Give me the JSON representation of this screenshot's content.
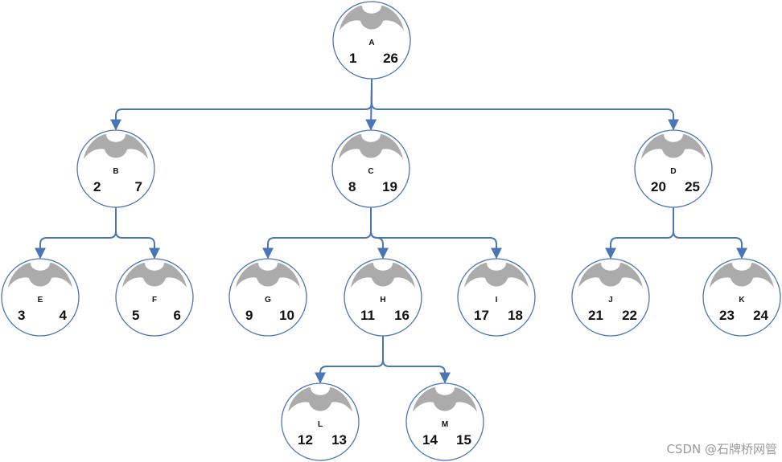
{
  "nodes": [
    {
      "id": "A",
      "left": "1",
      "right": "26"
    },
    {
      "id": "B",
      "left": "2",
      "right": "7"
    },
    {
      "id": "C",
      "left": "8",
      "right": "19"
    },
    {
      "id": "D",
      "left": "20",
      "right": "25"
    },
    {
      "id": "E",
      "left": "3",
      "right": "4"
    },
    {
      "id": "F",
      "left": "5",
      "right": "6"
    },
    {
      "id": "G",
      "left": "9",
      "right": "10"
    },
    {
      "id": "H",
      "left": "11",
      "right": "16"
    },
    {
      "id": "I",
      "left": "17",
      "right": "18"
    },
    {
      "id": "J",
      "left": "21",
      "right": "22"
    },
    {
      "id": "K",
      "left": "23",
      "right": "24"
    },
    {
      "id": "L",
      "left": "12",
      "right": "13"
    },
    {
      "id": "M",
      "left": "14",
      "right": "15"
    }
  ],
  "edges": [
    [
      "A",
      "B"
    ],
    [
      "A",
      "C"
    ],
    [
      "A",
      "D"
    ],
    [
      "B",
      "E"
    ],
    [
      "B",
      "F"
    ],
    [
      "C",
      "G"
    ],
    [
      "C",
      "H"
    ],
    [
      "C",
      "I"
    ],
    [
      "D",
      "J"
    ],
    [
      "D",
      "K"
    ],
    [
      "H",
      "L"
    ],
    [
      "H",
      "M"
    ]
  ],
  "colors": {
    "edge": "#4a76b8",
    "node_border": "#4a76b8",
    "arc": "#ababab"
  },
  "watermark": "CSDN @石牌桥网管"
}
